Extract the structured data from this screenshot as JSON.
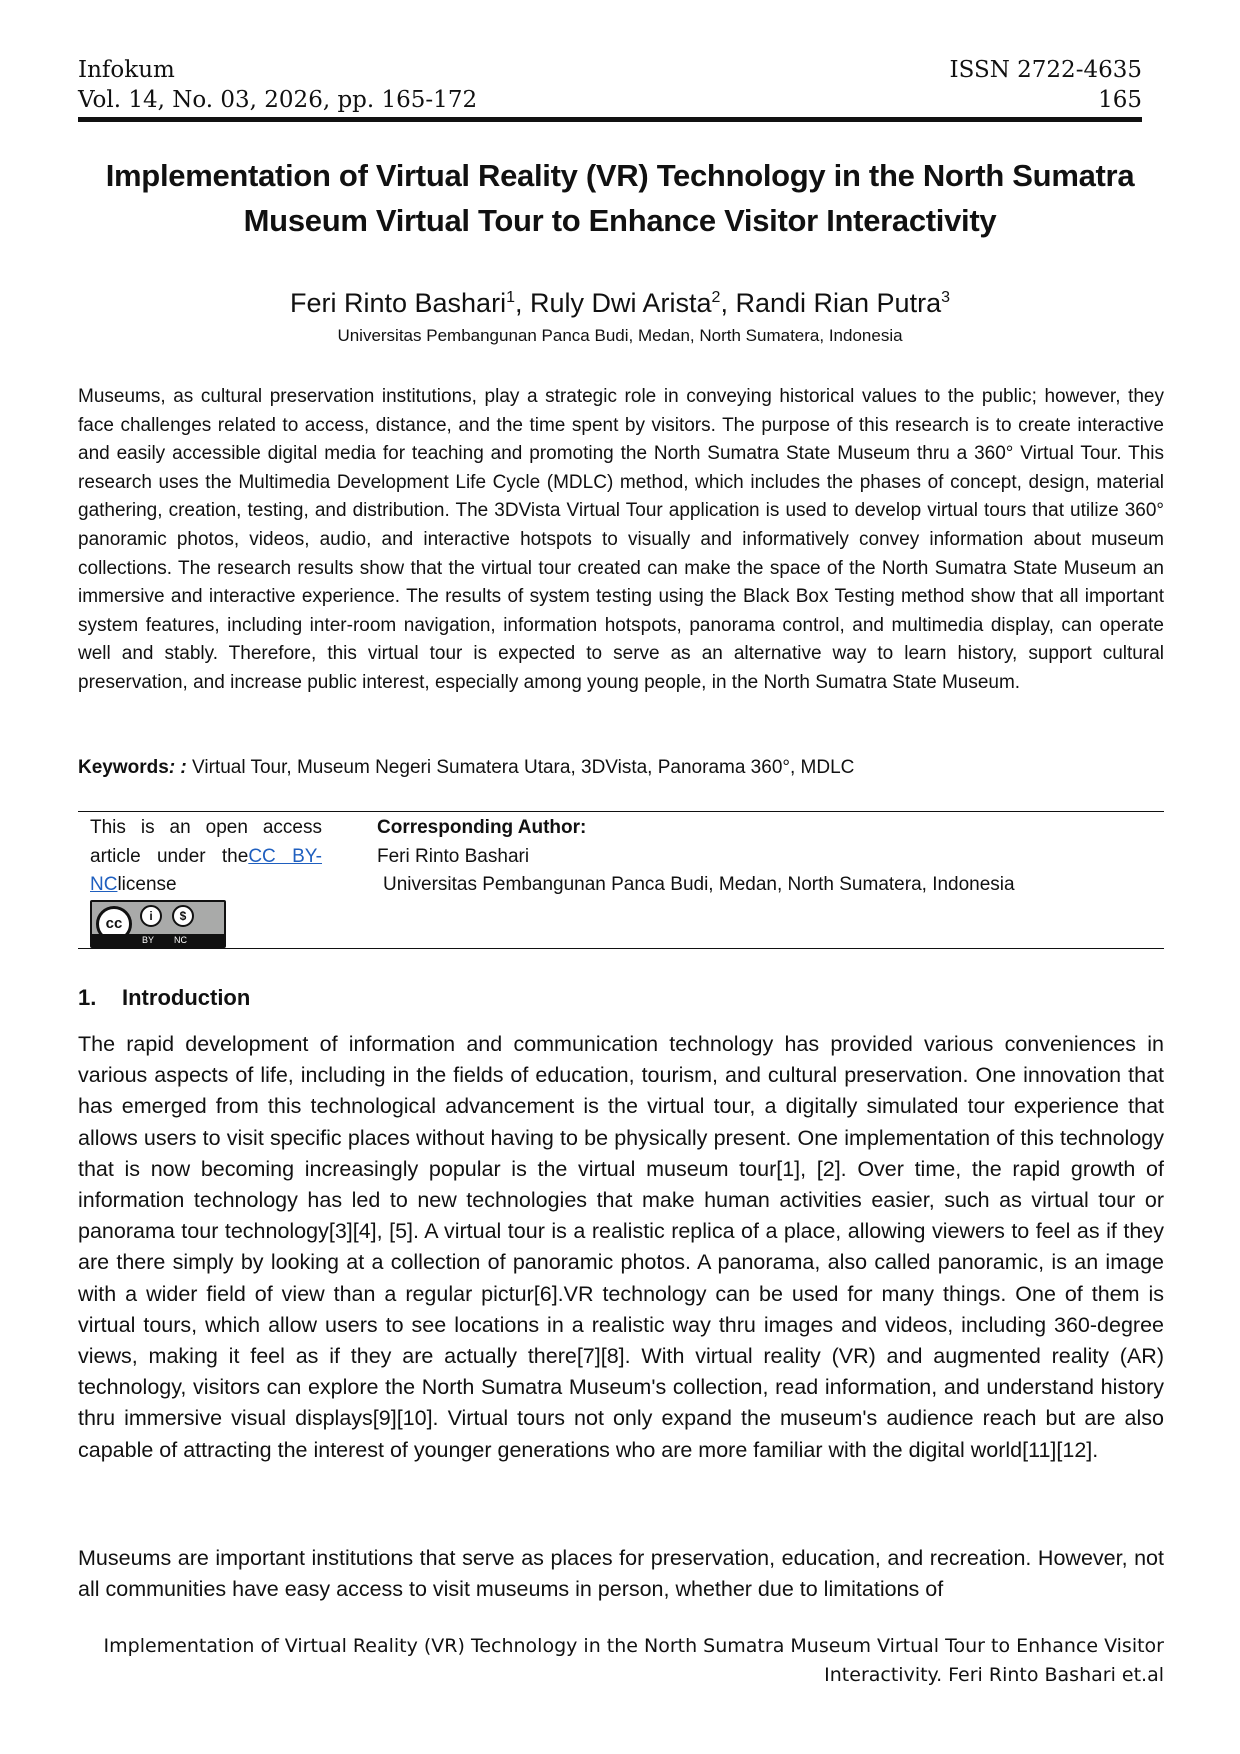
{
  "header": {
    "journal": "Infokum",
    "issn": "ISSN 2722-4635",
    "volume": "Vol. 14, No. 03, 2026, pp. 165-172",
    "page_number": "165"
  },
  "title": "Implementation of Virtual Reality (VR) Technology in the North Sumatra Museum Virtual Tour to Enhance Visitor Interactivity",
  "authors": [
    {
      "name": "Feri Rinto Bashari",
      "sup": "1"
    },
    {
      "name": "Ruly Dwi Arista",
      "sup": "2"
    },
    {
      "name": "Randi Rian Putra",
      "sup": "3"
    }
  ],
  "affiliation": "Universitas Pembangunan Panca Budi, Medan, North Sumatera, Indonesia",
  "abstract": "Museums, as cultural preservation institutions, play a strategic role in conveying historical values to the public; however, they face challenges related to access, distance, and the time spent by visitors. The purpose of this research is to create interactive and easily accessible digital media for teaching and promoting the North Sumatra State Museum thru a 360° Virtual Tour. This research uses the Multimedia Development Life Cycle (MDLC) method, which includes the phases of concept, design, material gathering, creation, testing, and distribution. The 3DVista Virtual Tour application is used to develop virtual tours that utilize 360° panoramic photos, videos, audio, and interactive hotspots to visually and informatively convey information about museum collections. The research results show that the virtual tour created can make the space of the North Sumatra State Museum an immersive and interactive experience. The results of system testing using the Black Box Testing method show that all important system features, including inter-room navigation, information hotspots, panorama control, and multimedia display, can operate well and stably. Therefore, this virtual tour is expected to serve as an alternative way to learn history, support cultural preservation, and increase public interest, especially among young people, in the North Sumatra State Museum.",
  "keywords": {
    "label": "Keywords",
    "separator": ": :",
    "text": "Virtual Tour, Museum Negeri Sumatera Utara, 3DVista, Panorama 360°, MDLC"
  },
  "license": {
    "text_before": "This is an open access article under the",
    "link_text": "CC BY-NC",
    "text_after": "license",
    "badge": {
      "cc": "cc",
      "by": "BY",
      "nc": "NC"
    }
  },
  "corresponding": {
    "label": "Corresponding Author:",
    "name": "Feri Rinto Bashari",
    "affiliation": "Universitas Pembangunan Panca Budi, Medan, North Sumatera, Indonesia"
  },
  "section": {
    "number": "1.",
    "title": "Introduction"
  },
  "intro_paragraphs": [
    "The rapid development of information and communication technology has provided various conveniences in various aspects of life, including in the fields of education, tourism, and cultural preservation. One innovation that has emerged from this technological advancement is the virtual tour, a digitally simulated tour experience that allows users to visit specific places without having to be physically present. One implementation of this technology that is now becoming increasingly popular is the virtual museum tour[1], [2]. Over time, the rapid growth of information technology has led to new technologies that make human activities easier, such as virtual tour or panorama tour technology[3][4], [5]. A virtual tour is a realistic replica of a place, allowing viewers to feel as if they are there simply by looking at a collection of panoramic photos. A panorama, also called panoramic, is an image with a wider field of view than a regular pictur[6].VR technology can be used for many things. One of them is virtual tours, which allow users to see locations in a realistic way thru images and videos, including 360-degree views, making it feel as if they are actually there[7][8]. With virtual reality (VR) and augmented reality (AR) technology, visitors can explore the North Sumatra Museum's collection, read information, and understand history thru immersive visual displays[9][10]. Virtual tours not only expand the museum's audience reach but are also capable of attracting the interest of younger generations who are more familiar with the digital world[11][12].",
    "Museums are important institutions that serve as places for preservation, education, and recreation. However, not all communities have easy access to visit museums in person, whether due to limitations of"
  ],
  "footer": {
    "line1": "Implementation of Virtual Reality (VR) Technology in the North Sumatra Museum Virtual Tour to Enhance Visitor",
    "line2": "Interactivity. Feri Rinto Bashari et.al"
  }
}
